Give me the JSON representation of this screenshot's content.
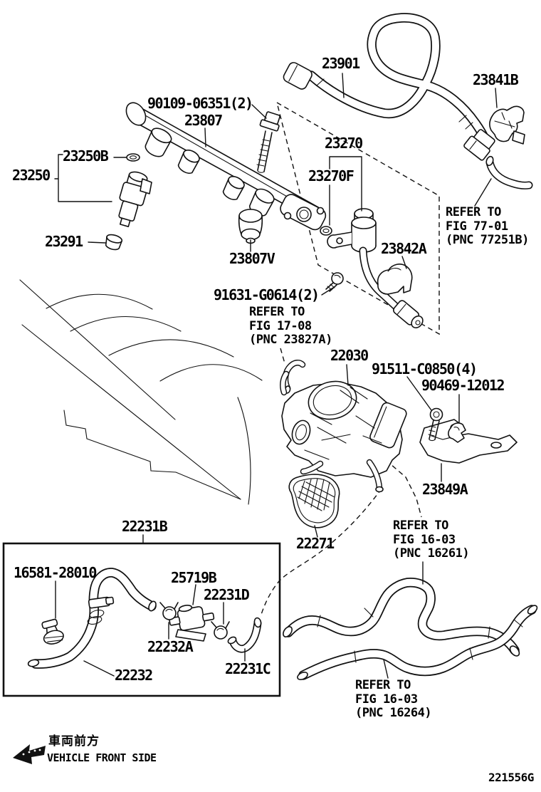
{
  "diagram": {
    "doc_code": "221556G",
    "direction": {
      "jp": "車両前方",
      "en": "VEHICLE FRONT SIDE"
    },
    "parts": {
      "p23901": "23901",
      "p23841B": "23841B",
      "p90109": "90109-06351(2)",
      "p23807": "23807",
      "p23250B": "23250B",
      "p23250": "23250",
      "p23291": "23291",
      "p23807V": "23807V",
      "p23270": "23270",
      "p23270F": "23270F",
      "p23842A": "23842A",
      "p91631": "91631-G0614(2)",
      "p22030": "22030",
      "p91511": "91511-C0850(4)",
      "p90469": "90469-12012",
      "p23849A": "23849A",
      "p22231B": "22231B",
      "p16581": "16581-28010",
      "p25719B": "25719B",
      "p22231D": "22231D",
      "p22232A": "22232A",
      "p22232": "22232",
      "p22231C": "22231C",
      "p22271": "22271"
    },
    "notes": {
      "fig7701": {
        "l1": "REFER TO",
        "l2": "FIG 77-01",
        "l3": "(PNC 77251B)"
      },
      "fig1708": {
        "l1": "REFER TO",
        "l2": "FIG 17-08",
        "l3": "(PNC 23827A)"
      },
      "fig1603a": {
        "l1": "REFER TO",
        "l2": "FIG 16-03",
        "l3": "(PNC 16261)"
      },
      "fig1603b": {
        "l1": "REFER TO",
        "l2": "FIG 16-03",
        "l3": "(PNC 16264)"
      }
    }
  }
}
